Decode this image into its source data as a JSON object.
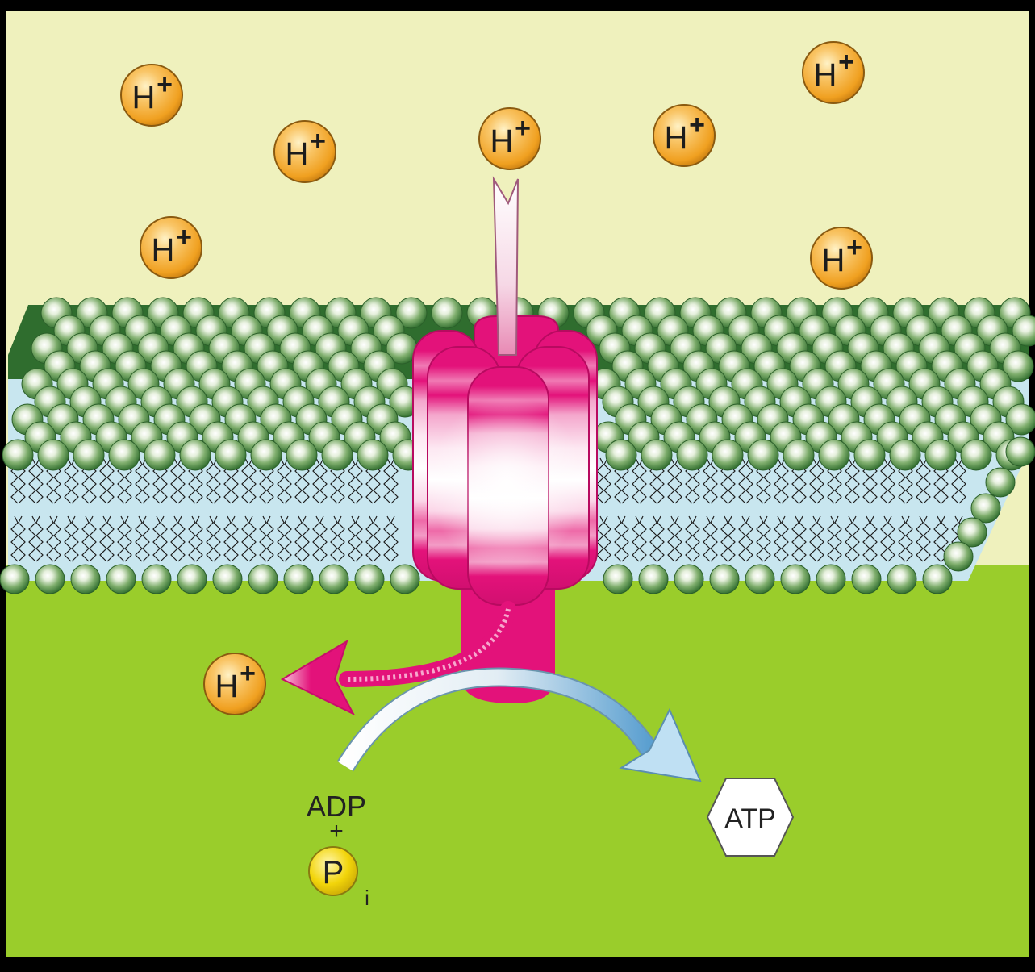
{
  "labels": {
    "proton_symbol": "H",
    "proton_charge": "+",
    "adp": "ADP",
    "plus": "+",
    "phosphate_symbol": "P",
    "phosphate_subscript": "i",
    "atp": "ATP"
  },
  "colors": {
    "upper_compartment": "#eff1bd",
    "lower_compartment": "#9acd2b",
    "membrane_core": "#c8e6ef",
    "lipid_head": "#3f8c3d",
    "synthase": "#e3127a",
    "proton": "#f0a020",
    "phosphate": "#f2d50a",
    "frame": "#000000"
  },
  "protons_outside_count": 7,
  "protons_inside_count": 1
}
